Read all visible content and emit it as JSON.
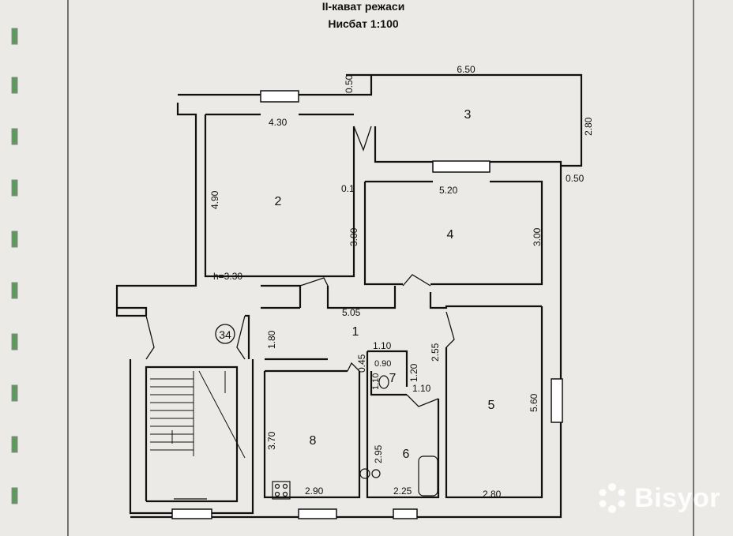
{
  "header": {
    "title": "II-кават режаси",
    "scale": "Нисбат 1:100"
  },
  "rooms": [
    {
      "id": "room-1",
      "label": "1"
    },
    {
      "id": "room-2",
      "label": "2"
    },
    {
      "id": "room-3",
      "label": "3"
    },
    {
      "id": "room-4",
      "label": "4"
    },
    {
      "id": "room-5",
      "label": "5"
    },
    {
      "id": "room-6",
      "label": "6"
    },
    {
      "id": "room-7",
      "label": "7"
    },
    {
      "id": "room-8",
      "label": "8"
    }
  ],
  "dimensions": {
    "d650": "6.50",
    "d050_top": "0.50",
    "d280": "2.80",
    "d050_right": "0.50",
    "d430": "4.30",
    "d490": "4.90",
    "d01": "0.1",
    "d300_left": "3.00",
    "d520": "5.20",
    "d300_right": "3.00",
    "height": "h=3.30",
    "d505": "5.05",
    "d180": "1.80",
    "d045": "0.45",
    "d110_top": "1.10",
    "d090": "0.90",
    "d120": "1.20",
    "d110_side": "1.10",
    "d110_right": "1.10",
    "d255": "2.55",
    "d560": "5.60",
    "d370": "3.70",
    "d295": "2.95",
    "d290": "2.90",
    "d225": "2.25",
    "d280_bottom": "2.80"
  },
  "marker": "34",
  "watermark": {
    "text": "Bisyor",
    "color": "#ffffff"
  }
}
